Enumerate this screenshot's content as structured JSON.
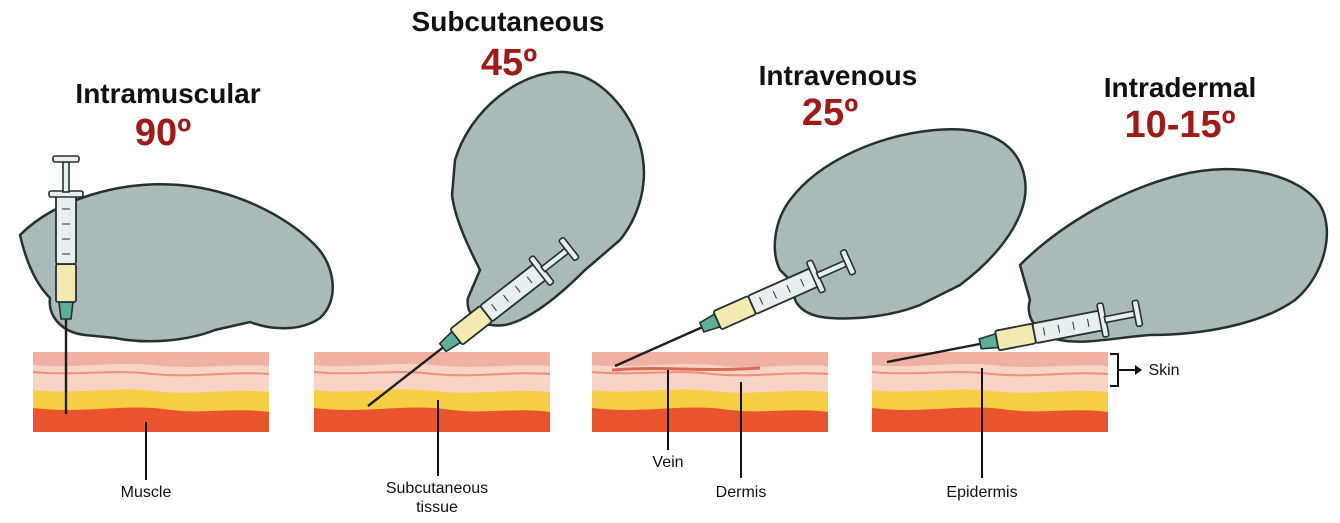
{
  "colors": {
    "angle_red": "#a11a1a",
    "glove": "#a9bab8",
    "glove_outline": "#243130",
    "skin_top": "#f0b0a2",
    "skin_mid": "#f7d4c6",
    "fat_yellow": "#f6cf45",
    "muscle_red": "#e9532e",
    "needle": "#1e1e1e",
    "drug_fluid": "#f2eab0",
    "syringe_barrel": "#e9eeee",
    "needle_hub": "#5fae97"
  },
  "icons": [
    "gloved-hand-icon",
    "syringe-icon"
  ],
  "panels": [
    {
      "name": "intramuscular",
      "title": "Intramuscular",
      "angle": "90º",
      "angle_degrees": 90,
      "labels": [
        {
          "text": "Muscle"
        }
      ]
    },
    {
      "name": "subcutaneous",
      "title": "Subcutaneous",
      "angle": "45º",
      "angle_degrees": 45,
      "labels": [
        {
          "text": "Subcutaneous\ntissue"
        }
      ]
    },
    {
      "name": "intravenous",
      "title": "Intravenous",
      "angle": "25º",
      "angle_degrees": 25,
      "labels": [
        {
          "text": "Vein"
        },
        {
          "text": "Dermis"
        }
      ]
    },
    {
      "name": "intradermal",
      "title": "Intradermal",
      "angle": "10-15º",
      "angle_degrees": "10-15",
      "labels": [
        {
          "text": "Epidermis"
        }
      ]
    }
  ],
  "skin_callout": {
    "text": "Skin"
  }
}
